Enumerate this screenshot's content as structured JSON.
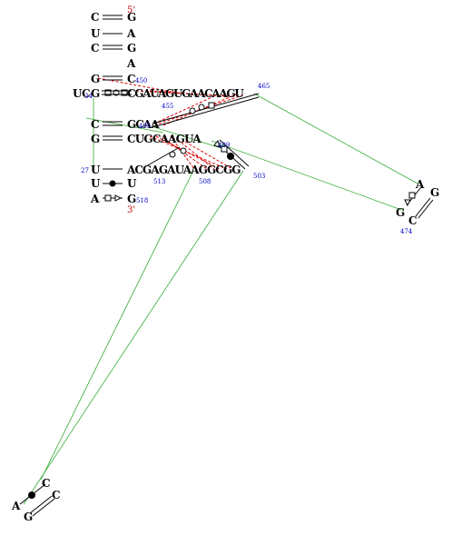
{
  "colors": {
    "nucleotide": "#000000",
    "number_label": "#0000cc",
    "strand_end": "#cc0000",
    "tertiary_line": "#33aa33",
    "tertiary_contact": "#dd0000",
    "bond": "#000000",
    "background": "#ffffff"
  },
  "strand_ends": {
    "five_prime": "5'",
    "three_prime": "3'"
  },
  "left_stem": {
    "left_column": [
      "C",
      "U",
      "C",
      "",
      "G"
    ],
    "right_column": [
      "G",
      "A",
      "G",
      "A",
      "C"
    ]
  },
  "row_450": {
    "sequence": "UCG CGAUAGUGAACAAGU",
    "start_letters": [
      "U",
      "C",
      "G"
    ],
    "middle_letters": [
      "C",
      "G",
      "A",
      "U",
      "A",
      "G",
      "U",
      "G",
      "A",
      "A",
      "C",
      "A",
      "A",
      "G",
      "U"
    ]
  },
  "row_455_block": {
    "row1": [
      "C",
      "G",
      "C",
      "A",
      "A"
    ],
    "row2": [
      "G",
      "C",
      "U",
      "G",
      "C",
      "A",
      "A",
      "G",
      "U",
      "A"
    ],
    "row3": [
      "U",
      "A",
      "C",
      "G",
      "A",
      "G",
      "A",
      "U",
      "A",
      "A",
      "G",
      "G",
      "C",
      "G",
      "G"
    ],
    "row4": [
      "U",
      "U"
    ],
    "row5": [
      "A",
      "G"
    ]
  },
  "hairpin_474": [
    "A",
    "G",
    "G",
    "C"
  ],
  "hairpin_bottom": [
    "C",
    "C",
    "A",
    "G"
  ],
  "numbers": {
    "n450": "450",
    "n455": "455",
    "n465": "465",
    "n27": "27",
    "n513": "513",
    "n508": "508",
    "n503": "503",
    "n518": "518",
    "n474": "474",
    "n489": "489",
    "n495": "495",
    "n34": "34"
  }
}
